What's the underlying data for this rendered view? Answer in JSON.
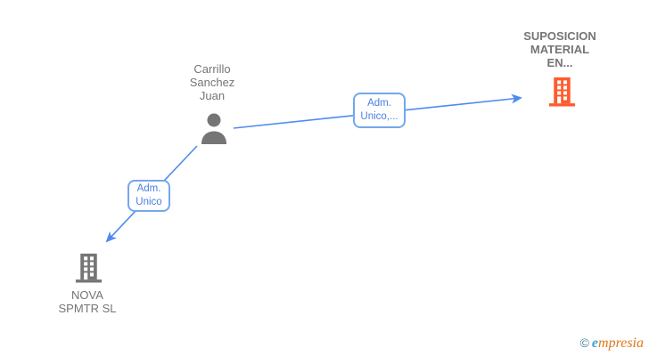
{
  "diagram": {
    "person": {
      "label": "Carrillo Sanchez Juan",
      "type": "person"
    },
    "company_target": {
      "label": "SUPOSICION MATERIAL EN...",
      "type": "company",
      "highlighted": true
    },
    "company_other": {
      "label": "NOVA SPMTR SL",
      "type": "company",
      "highlighted": false
    },
    "edges": [
      {
        "from": "Carrillo Sanchez Juan",
        "to": "SUPOSICION MATERIAL EN...",
        "label": "Adm. Unico,..."
      },
      {
        "from": "Carrillo Sanchez Juan",
        "to": "NOVA SPMTR SL",
        "label": "Adm. Unico"
      }
    ]
  },
  "watermark": {
    "copyright_symbol": "©",
    "brand_first_letter": "e",
    "brand_rest": "mpresia"
  },
  "colors": {
    "edge_blue": "#4d8af0",
    "edge_label_text": "#4a7fe0",
    "edge_label_border": "#74a7ec",
    "company_highlight_orange": "#ff5a2d",
    "neutral_gray": "#757575",
    "watermark_blue": "#3fa3cf",
    "watermark_orange": "#e07818"
  }
}
